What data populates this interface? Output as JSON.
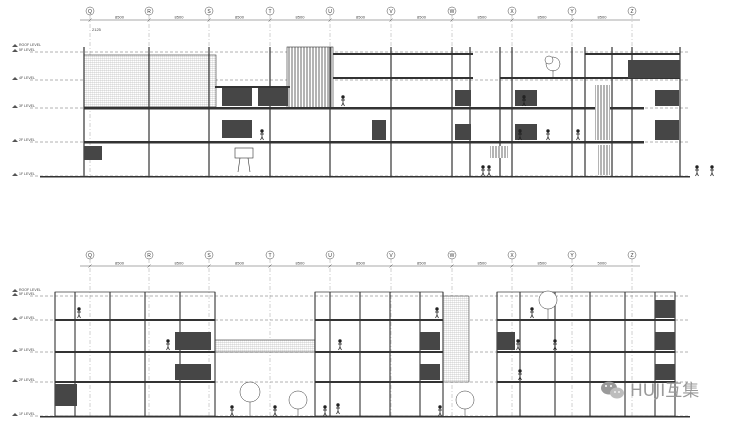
{
  "drawing": {
    "grid_labels": [
      "Q",
      "R",
      "S",
      "T",
      "U",
      "V",
      "W",
      "X",
      "Y",
      "Z"
    ],
    "top_dims": [
      "8500",
      "8500",
      "8500",
      "8500",
      "8500",
      "8500",
      "8500",
      "8500",
      "8500"
    ],
    "bottom_dims": [
      "8500",
      "8500",
      "8500",
      "8500",
      "8500",
      "8500",
      "8500",
      "8500",
      "5000"
    ],
    "top_left_note": "2125",
    "level_labels": [
      "ROOF LEVEL",
      "5F LEVEL",
      "4F LEVEL",
      "3F LEVEL",
      "2F LEVEL",
      "1F LEVEL"
    ],
    "bottom_level_labels": [
      "ROOF LEVEL",
      "5F LEVEL",
      "4F LEVEL",
      "3F LEVEL",
      "2F LEVEL",
      "1F LEVEL"
    ]
  },
  "watermark": {
    "icon": "wechat-icon",
    "text": "HUJI互集",
    "color": "#9a9a9a"
  },
  "colors": {
    "line": "#3a3a3a",
    "hatch": "#8a8a8a"
  }
}
